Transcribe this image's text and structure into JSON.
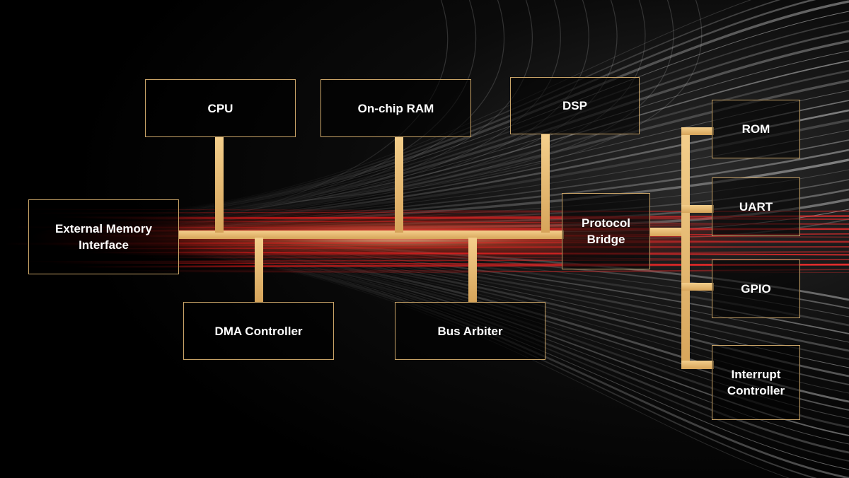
{
  "diagram": {
    "blocks": {
      "cpu": "CPU",
      "ram": "On-chip RAM",
      "dsp": "DSP",
      "rom": "ROM",
      "emi": "External Memory\nInterface",
      "bridge": "Protocol\nBridge",
      "uart": "UART",
      "gpio": "GPIO",
      "dma": "DMA Controller",
      "arbiter": "Bus Arbiter",
      "irq": "Interrupt\nController"
    },
    "colors": {
      "border": "#c9a468",
      "bus": "#e8bb72",
      "text": "#ffffff",
      "streak_red": "#e01818",
      "streak_gray": "#b8b8b8"
    }
  }
}
